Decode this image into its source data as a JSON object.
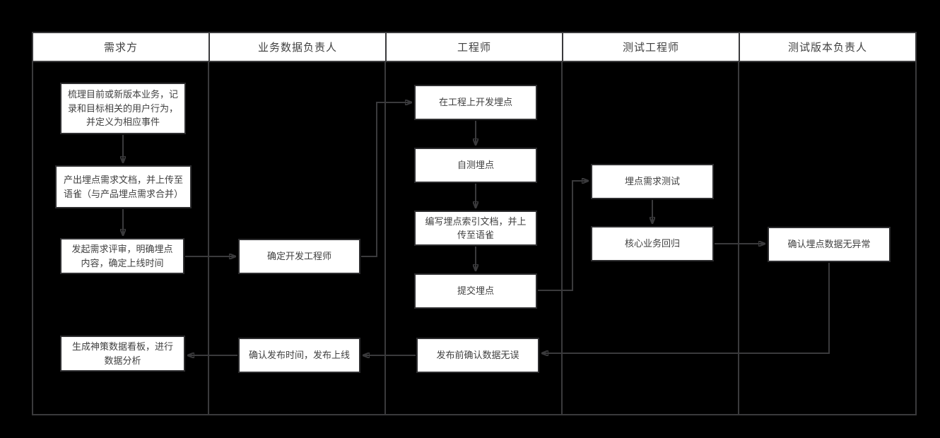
{
  "diagram": {
    "type": "swimlane-flowchart",
    "lanes": [
      {
        "title": "需求方"
      },
      {
        "title": "业务数据负责人"
      },
      {
        "title": "工程师"
      },
      {
        "title": "测试工程师"
      },
      {
        "title": "测试版本负责人"
      }
    ],
    "nodes": {
      "sort_business": {
        "lane": "需求方",
        "label": "梳理目前或新版本业务，记录和目标相关的用户行为，并定义为相应事件"
      },
      "output_doc": {
        "lane": "需求方",
        "label": "产出埋点需求文档，并上传至语雀（与产品埋点需求合并）"
      },
      "review": {
        "lane": "需求方",
        "label": "发起需求评审，明确埋点内容，确定上线时间"
      },
      "dashboard": {
        "lane": "需求方",
        "label": "生成神策数据看板，进行数据分析"
      },
      "assign_engineer": {
        "lane": "业务数据负责人",
        "label": "确定开发工程师"
      },
      "confirm_release": {
        "lane": "业务数据负责人",
        "label": "确认发布时间，发布上线"
      },
      "develop": {
        "lane": "工程师",
        "label": "在工程上开发埋点"
      },
      "self_test": {
        "lane": "工程师",
        "label": "自测埋点"
      },
      "write_index": {
        "lane": "工程师",
        "label": "编写埋点索引文档，并上传至语雀"
      },
      "submit": {
        "lane": "工程师",
        "label": "提交埋点"
      },
      "confirm_data": {
        "lane": "工程师",
        "label": "发布前确认数据无误"
      },
      "req_test": {
        "lane": "测试工程师",
        "label": "埋点需求测试"
      },
      "regression": {
        "lane": "测试工程师",
        "label": "核心业务回归"
      },
      "no_anomaly": {
        "lane": "测试版本负责人",
        "label": "确认埋点数据无异常"
      }
    },
    "edges": [
      "sort_business → output_doc",
      "output_doc → review",
      "review → assign_engineer",
      "assign_engineer → develop",
      "develop → self_test",
      "self_test → write_index",
      "write_index → submit",
      "submit → req_test",
      "req_test → regression",
      "regression → no_anomaly",
      "no_anomaly → confirm_data",
      "confirm_data → confirm_release",
      "confirm_release → dashboard"
    ],
    "colors": {
      "background": "#000000",
      "grid_line": "#3a3a3c",
      "node_background": "#ffffff",
      "node_border": "#2d2d2f",
      "text": "#414141"
    }
  }
}
